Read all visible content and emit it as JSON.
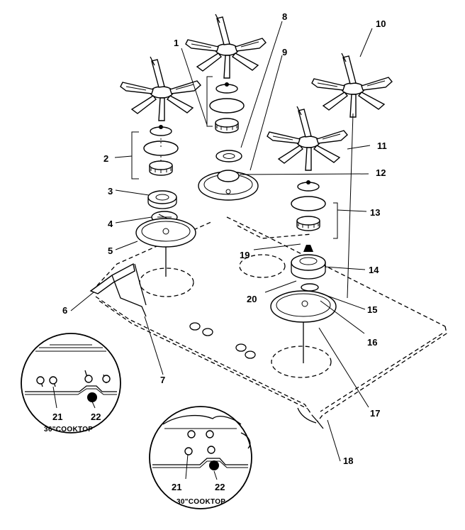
{
  "labels": {
    "p1": "1",
    "p2": "2",
    "p3": "3",
    "p4": "4",
    "p5": "5",
    "p6": "6",
    "p7": "7",
    "p8": "8",
    "p9": "9",
    "p10": "10",
    "p11": "11",
    "p12": "12",
    "p13": "13",
    "p14": "14",
    "p15": "15",
    "p16": "16",
    "p17": "17",
    "p18": "18",
    "p19": "19",
    "p20": "20",
    "p21a": "21",
    "p22a": "22",
    "p21b": "21",
    "p22b": "22"
  },
  "captions": {
    "inset36": "36\"COOKTOP",
    "inset30": "30\"COOKTOP"
  }
}
